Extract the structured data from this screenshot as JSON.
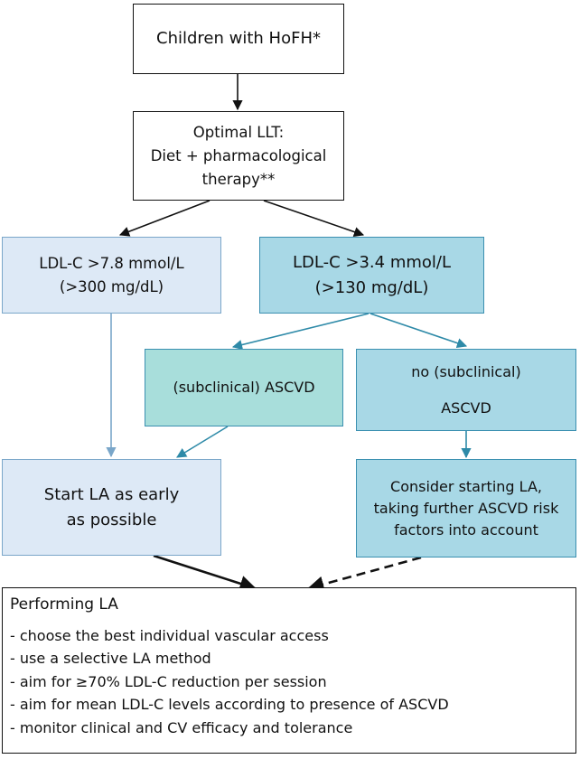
{
  "nodes": {
    "children": {
      "text": "Children with HoFH*"
    },
    "optimal_llt": {
      "lines": [
        "Optimal LLT:",
        "Diet + pharmacological",
        "therapy**"
      ]
    },
    "ldl_high": {
      "lines": [
        "LDL-C >7.8 mmol/L",
        "(>300 mg/dL)"
      ]
    },
    "ldl_moderate": {
      "lines": [
        "LDL-C >3.4 mmol/L",
        "(>130 mg/dL)"
      ]
    },
    "ascvd": {
      "text": "(subclinical) ASCVD"
    },
    "no_ascvd": {
      "lines": [
        "no (subclinical)",
        "ASCVD"
      ]
    },
    "start_la": {
      "lines": [
        "Start LA as early",
        "as possible"
      ]
    },
    "consider_la": {
      "lines": [
        "Consider starting LA,",
        "taking further ASCVD risk",
        "factors into account"
      ]
    }
  },
  "performing": {
    "title": "Performing LA",
    "items": [
      "- choose the best individual vascular access",
      "- use a selective LA method",
      "- aim for ≥70% LDL-C reduction per session",
      "- aim for mean LDL-C levels according to presence of ASCVD",
      "- monitor clinical and CV efficacy and tolerance"
    ]
  },
  "colors": {
    "dark_arrow": "#111111",
    "light_arrow": "#7aa6c9",
    "teal_arrow": "#2e8aa8",
    "light_blue_fill": "#dde9f6",
    "blue_fill": "#a8d8e6",
    "teal_fill": "#a8dedb"
  }
}
